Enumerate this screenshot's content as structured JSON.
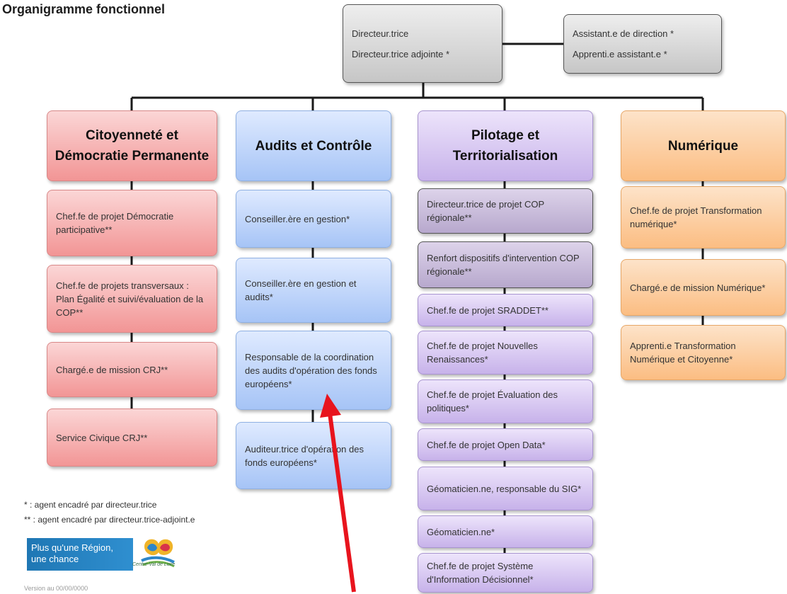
{
  "title": "Organigramme fonctionnel",
  "top": {
    "director": "Directeur.trice",
    "deputy": "Directeur.trice adjointe *",
    "assistant": "Assistant.e de direction *",
    "apprentice": "Apprenti.e assistant.e *"
  },
  "columns": [
    {
      "header": "Citoyenneté et Démocratie Permanente",
      "color": "#f29595",
      "items": [
        "Chef.fe de projet Démocratie participative**",
        "Chef.fe de projets transversaux : Plan Égalité et suivi/évaluation de la COP**",
        "Chargé.e de mission CRJ**",
        "Service Civique CRJ**"
      ]
    },
    {
      "header": "Audits et Contrôle",
      "color": "#a6c4f6",
      "items": [
        "Conseiller.ère en gestion*",
        "Conseiller.ère en gestion et audits*",
        "Responsable de la coordination des audits d'opération des fonds européens*",
        "Auditeur.trice d'opération des fonds européens*"
      ]
    },
    {
      "header": "Pilotage et Territorialisation",
      "color": "#c7b2ea",
      "items": [
        "Directeur.trice de projet COP régionale**",
        "Renfort dispositifs d'intervention COP régionale**",
        "Chef.fe de projet SRADDET**",
        "Chef.fe de projet Nouvelles Renaissances*",
        "Chef.fe de projet Évaluation des politiques*",
        "Chef.fe de projet Open Data*",
        "Géomaticien.ne, responsable du SIG*",
        "Géomaticien.ne*",
        "Chef.fe de projet Système d'Information Décisionnel*"
      ]
    },
    {
      "header": "Numérique",
      "color": "#fbbd82",
      "items": [
        "Chef.fe de projet Transformation numérique*",
        "Chargé.e de mission Numérique*",
        "Apprenti.e Transformation Numérique et Citoyenne*"
      ]
    }
  ],
  "legend": {
    "single": "* : agent encadré par directeur.trice",
    "double": "** : agent encadré par directeur.trice-adjoint.e"
  },
  "slogan": "Plus qu'une Région, une chance",
  "logo_caption": "Centre-Val de Loire",
  "footer": "Version au 00/00/0000"
}
